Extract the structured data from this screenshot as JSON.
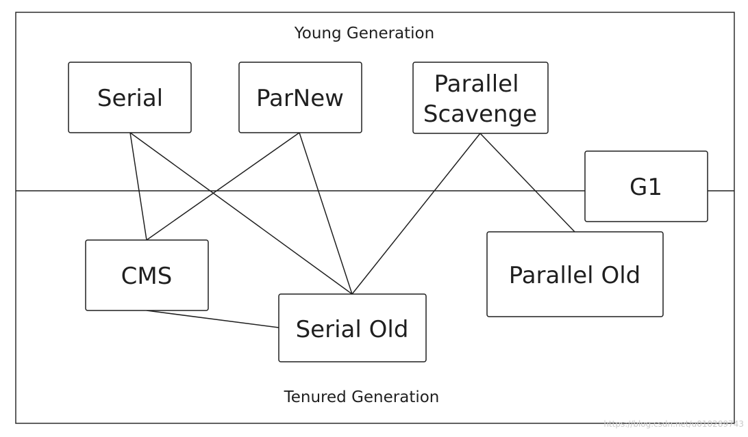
{
  "diagram": {
    "regions": {
      "young": "Young Generation",
      "tenured": "Tenured Generation"
    },
    "collectors": {
      "serial": "Serial",
      "parnew": "ParNew",
      "parallel_scavenge": [
        "Parallel",
        "Scavenge"
      ],
      "g1": "G1",
      "cms": "CMS",
      "serial_old": "Serial Old",
      "parallel_old": "Parallel Old"
    },
    "connections": [
      [
        "Serial",
        "CMS"
      ],
      [
        "Serial",
        "Serial Old"
      ],
      [
        "ParNew",
        "CMS"
      ],
      [
        "ParNew",
        "Serial Old"
      ],
      [
        "Parallel Scavenge",
        "Serial Old"
      ],
      [
        "Parallel Scavenge",
        "Parallel Old"
      ],
      [
        "CMS",
        "Serial Old"
      ]
    ]
  },
  "watermark": "https://blog.csdn.net/u010289743"
}
